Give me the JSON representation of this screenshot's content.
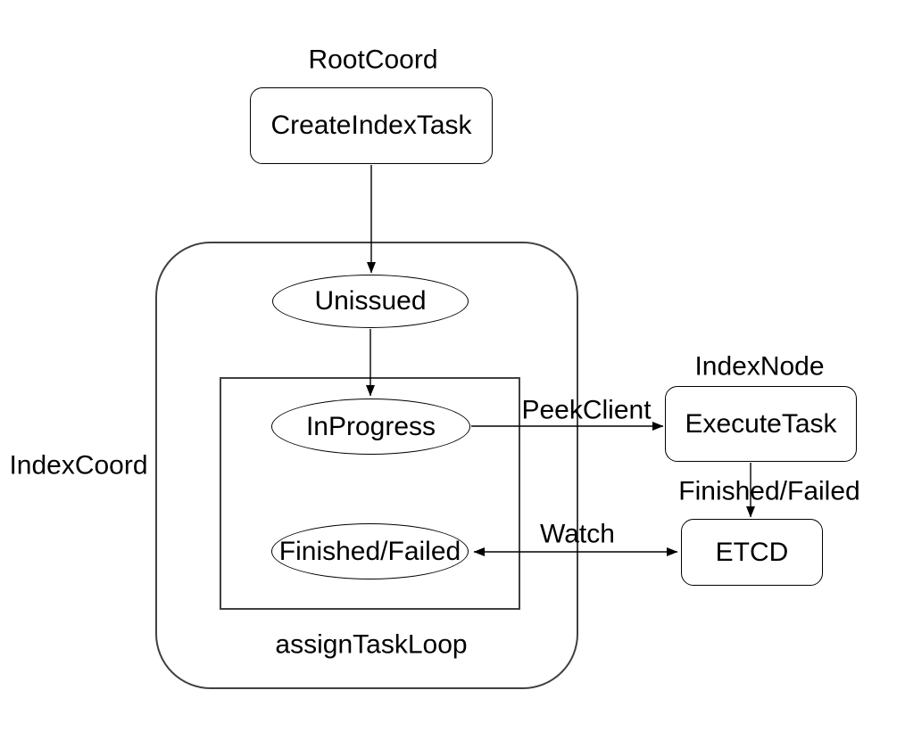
{
  "colors": {
    "background": "#ffffff",
    "shape_stroke": "#000000",
    "container_stroke": "#404040",
    "text": "#000000"
  },
  "containers": {
    "root_coord": {
      "label": "RootCoord"
    },
    "index_coord": {
      "label": "IndexCoord"
    },
    "index_node": {
      "label": "IndexNode"
    },
    "assign_task_loop": {
      "label": "assignTaskLoop"
    }
  },
  "nodes": {
    "create_index_task": {
      "label": "CreateIndexTask",
      "shape": "rounded-rect"
    },
    "unissued": {
      "label": "Unissued",
      "shape": "ellipse"
    },
    "in_progress": {
      "label": "InProgress",
      "shape": "ellipse"
    },
    "finished_failed": {
      "label": "Finished/Failed",
      "shape": "ellipse"
    },
    "execute_task": {
      "label": "ExecuteTask",
      "shape": "rounded-rect"
    },
    "etcd": {
      "label": "ETCD",
      "shape": "rounded-rect"
    }
  },
  "edges": [
    {
      "from": "create_index_task",
      "to": "unissued",
      "label": "",
      "bidirectional": false
    },
    {
      "from": "unissued",
      "to": "in_progress",
      "label": "",
      "bidirectional": false
    },
    {
      "from": "in_progress",
      "to": "execute_task",
      "label": "PeekClient",
      "bidirectional": false
    },
    {
      "from": "execute_task",
      "to": "etcd",
      "label": "Finished/Failed",
      "bidirectional": false
    },
    {
      "from": "etcd",
      "to": "finished_failed",
      "label": "Watch",
      "bidirectional": true
    }
  ]
}
